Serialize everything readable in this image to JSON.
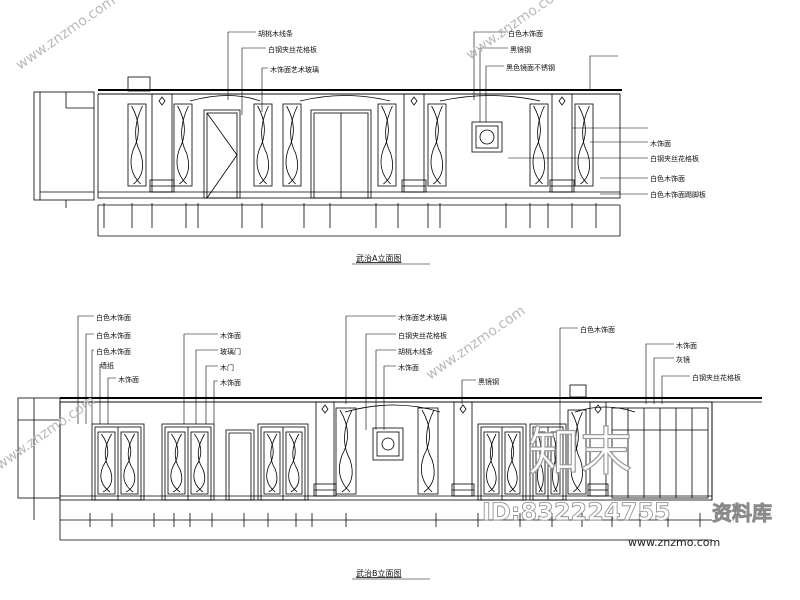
{
  "top_elevation": {
    "title": "武治A立面图",
    "labels_top": [
      "胡桃木线条",
      "白钢夹丝花格板",
      "木饰面艺术玻璃",
      "白色木饰面",
      "黑色镜面不锈钢"
    ],
    "labels_right": [
      "黑镜钢",
      "木饰面",
      "白钢夹丝花格板",
      "白色木饰面",
      "白色木饰面踢脚板"
    ]
  },
  "bottom_elevation": {
    "title": "武治B立面图",
    "labels_left": [
      "白色木饰面",
      "白色木饰面",
      "白色木饰面",
      "墙纸",
      "木饰面"
    ],
    "labels_mid_left": [
      "木饰面",
      "玻璃门",
      "木门",
      "木饰面"
    ],
    "labels_center": [
      "木饰面艺术玻璃",
      "白钢夹丝花格板",
      "胡桃木线条",
      "木饰面",
      "黑镜钢"
    ],
    "labels_right": [
      "白色木饰面",
      "木饰面",
      "灰镜",
      "白钢夹丝花格板"
    ]
  },
  "watermark": {
    "logo_text": "知末",
    "library_text": "资料库",
    "id_text": "ID:832224755",
    "url_text": "www.znzmo.com",
    "diag_text": "www.znzmo.com"
  }
}
